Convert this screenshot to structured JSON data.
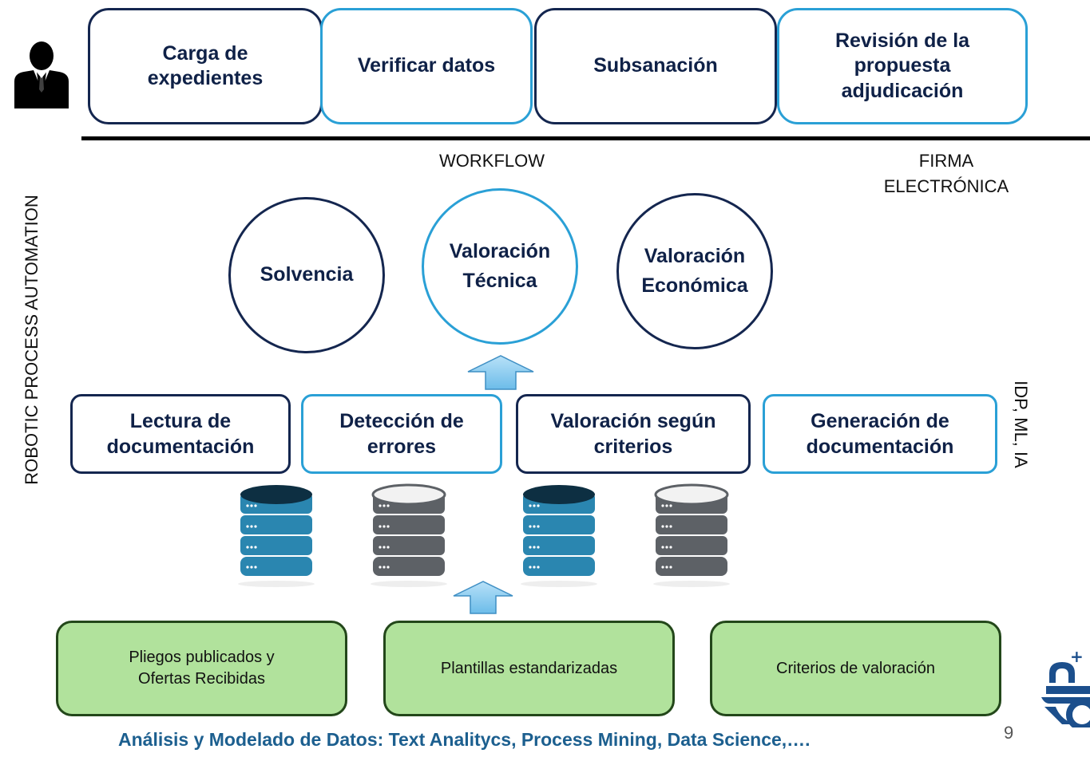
{
  "top_row": {
    "boxes": [
      {
        "label": "Carga de\nexpedientes"
      },
      {
        "label": "Verificar datos"
      },
      {
        "label": "Subsanación"
      },
      {
        "label": "Revisión de la\npropuesta\nadjudicación"
      }
    ]
  },
  "labels": {
    "workflow": "WORKFLOW",
    "firma": "FIRMA\nELECTRÓNICA",
    "rpa": "ROBOTIC PROCESS AUTOMATION",
    "idp": "IDP, ML, IA"
  },
  "circles": [
    {
      "label": "Solvencia"
    },
    {
      "label": "Valoración\nTécnica"
    },
    {
      "label": "Valoración\nEconómica"
    }
  ],
  "middle_row": {
    "boxes": [
      {
        "label": "Lectura de\ndocumentación"
      },
      {
        "label": "Detección de\nerrores"
      },
      {
        "label": "Valoración según\ncriterios"
      },
      {
        "label": "Generación de\ndocumentación"
      }
    ]
  },
  "sources": [
    {
      "label": "Pliegos publicados y\nOfertas Recibidas"
    },
    {
      "label": "Plantillas estandarizadas"
    },
    {
      "label": "Criterios de valoración"
    }
  ],
  "footer": "Análisis y Modelado de Datos: Text Analitycs, Process Mining, Data Science,….",
  "page_number": "9",
  "colors": {
    "dark_navy": "#14264f",
    "light_blue": "#2aa0d6",
    "green_fill": "#b1e29c",
    "db_teal": "#2a86b0",
    "db_gray": "#5d6166",
    "arrow_blue": "#8fcdf1"
  },
  "icons": [
    "person-icon",
    "database-icon",
    "up-arrow-icon",
    "logo-icon"
  ]
}
